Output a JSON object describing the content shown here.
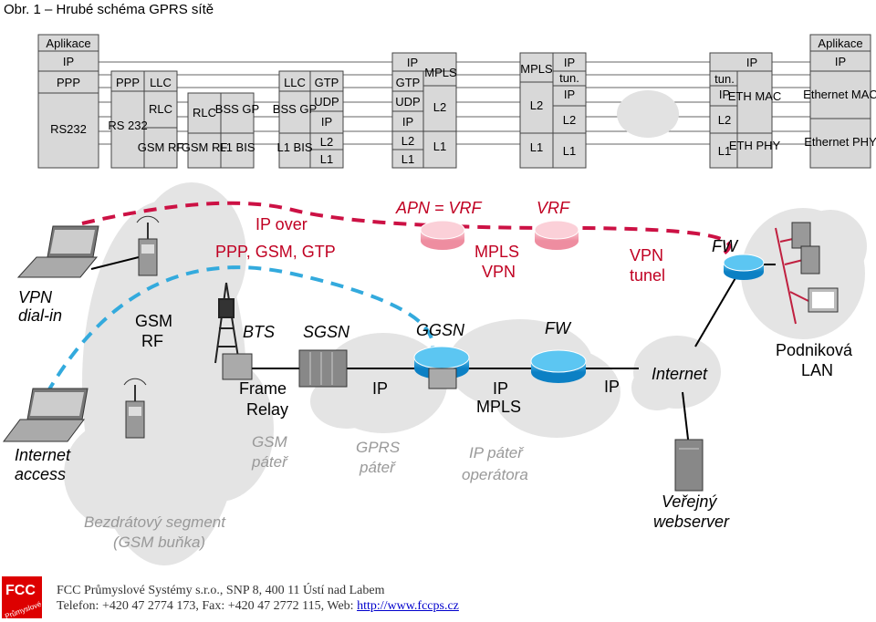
{
  "caption": "Obr. 1 – Hrubé schéma GPRS sítě",
  "stacks": [
    {
      "id": "ms",
      "cells": [
        "Aplikace",
        "IP",
        "PPP",
        "RS232"
      ]
    },
    {
      "id": "ms-rf",
      "cells": [
        "PPP",
        "LLC",
        "RS 232",
        "RLC",
        "GSM RF"
      ]
    },
    {
      "id": "bts",
      "cells": [
        "RLC",
        "BSS GP",
        "GSM RF",
        "L1 BIS"
      ]
    },
    {
      "id": "sgsn",
      "cells": [
        "LLC",
        "GTP",
        "BSS GP",
        "UDP",
        "IP",
        "L1 BIS",
        "L2",
        "L1"
      ]
    },
    {
      "id": "ggsn",
      "cells": [
        "IP",
        "GTP",
        "MPLS",
        "UDP",
        "L2",
        "IP",
        "L2",
        "L1",
        "L1"
      ]
    },
    {
      "id": "mpls",
      "cells": [
        "MPLS",
        "IP",
        "tun.",
        "IP",
        "L2",
        "L2",
        "L1",
        "L1"
      ]
    },
    {
      "id": "fw",
      "cells": [
        "tun.",
        "IP",
        "IP",
        "ETH MAC",
        "L2",
        "L1",
        "ETH PHY"
      ]
    },
    {
      "id": "lan",
      "cells": [
        "Aplikace",
        "IP",
        "Ethernet MAC",
        "Ethernet PHY"
      ]
    }
  ],
  "labels": {
    "vpn_dialin": "VPN dial-in",
    "internet_access": "Internet access",
    "gsm_rf": "GSM RF",
    "bts": "BTS",
    "sgsn": "SGSN",
    "ggsn": "GGSN",
    "fw_mid": "FW",
    "fw_top": "FW",
    "internet": "Internet",
    "ip_over": "IP over PPP, GSM, GTP",
    "apn_vrf": "APN = VRF",
    "vrf": "VRF",
    "mpls_vpn": "MPLS VPN",
    "vpn_tunel": "VPN tunel",
    "frame_relay": "Frame Relay",
    "ip1": "IP",
    "ip_mpls": "IP MPLS",
    "ip2": "IP",
    "gsm_pater": "GSM páteř",
    "gprs_pater": "GPRS páteř",
    "ip_pater": "IP páteř operátora",
    "bezdratovy": "Bezdrátový segment (GSM buňka)",
    "podnikova": "Podniková LAN",
    "verejny": "Veřejný webserver"
  },
  "footer": {
    "logo": "FCC",
    "logo_sub": "Průmyslové Systémy",
    "line1": "FCC Průmyslové Systémy s.r.o., SNP 8, 400 11 Ústí nad Labem",
    "line2": "Telefon: +420 47 2774 173, Fax: +420 47 2772 115, Web: ",
    "link": "http://www.fccps.cz"
  },
  "colors": {
    "dashed_blue": "#33aadd",
    "dashed_red": "#cc1144",
    "router": "#2299dd",
    "router_pink": "#f4a0b0",
    "cloud": "#e2e2e2"
  }
}
